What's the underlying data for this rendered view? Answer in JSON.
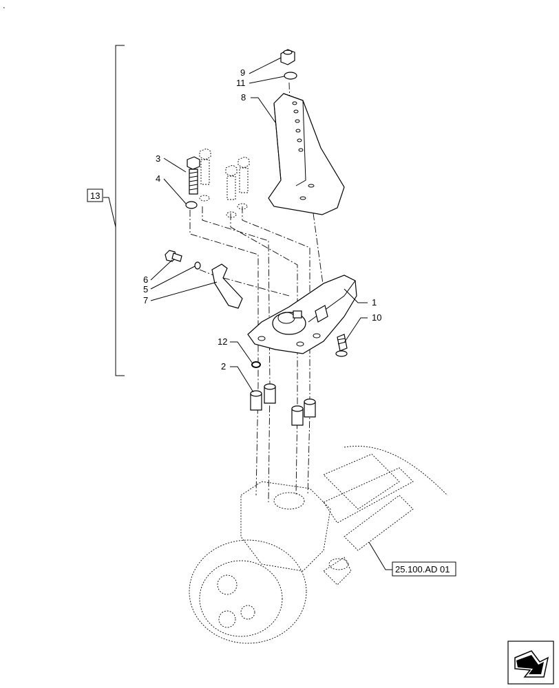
{
  "corner_mark": ".",
  "group_label": "13",
  "reference_label": "25.100.AD 01",
  "callouts": [
    "1",
    "2",
    "3",
    "4",
    "5",
    "6",
    "7",
    "8",
    "9",
    "10",
    "11",
    "12"
  ],
  "nav_icon": "next-page-arrow-icon"
}
